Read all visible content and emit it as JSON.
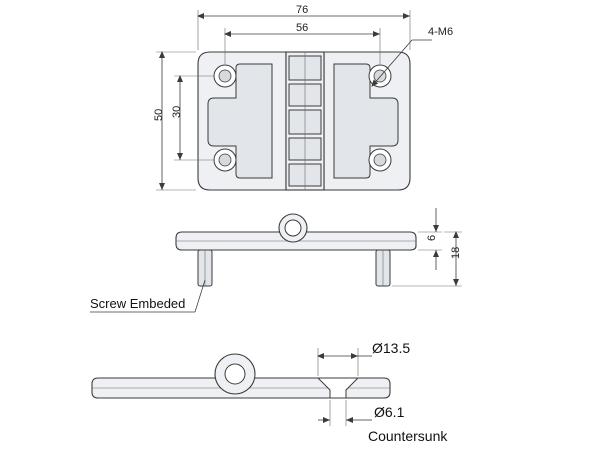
{
  "top_view": {
    "overall_width": "76",
    "hole_spacing_width": "56",
    "overall_height": "50",
    "hole_spacing_height": "30",
    "hole_callout": "4-M6"
  },
  "side_view_screw": {
    "leaf_thickness": "6",
    "total_height": "18",
    "note": "Screw Embeded"
  },
  "side_view_countersunk": {
    "counterbore_diameter": "Ø13.5",
    "hole_diameter": "Ø6.1",
    "note": "Countersunk"
  }
}
